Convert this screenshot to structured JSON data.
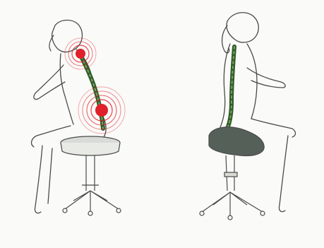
{
  "scene": {
    "panels": [
      {
        "id": "slouched-posture",
        "pain_points": 2
      },
      {
        "id": "upright-posture",
        "pain_points": 0
      }
    ],
    "colors": {
      "background": "#fafaf8",
      "ink": "#4a4a4a",
      "spine": "#2f5a2a",
      "spine_light": "#7aa35a",
      "pain": "#e0202a",
      "seat": "#556058",
      "seat_light": "#d9dcd6"
    }
  }
}
